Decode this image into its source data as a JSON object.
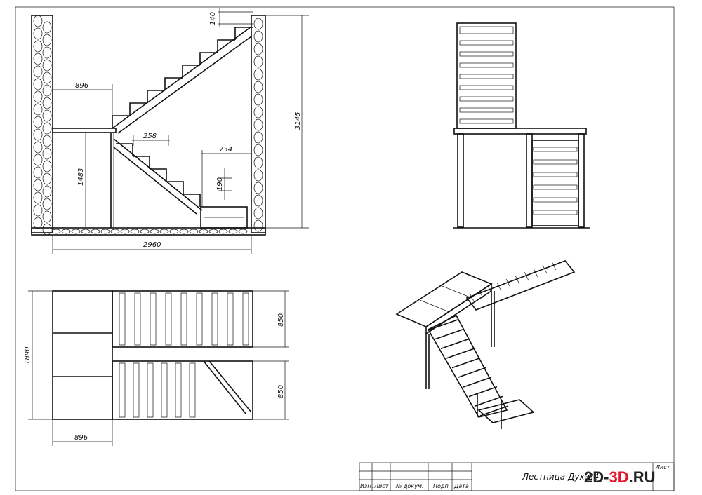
{
  "dimensions": {
    "top_gap": "140",
    "landing_width": "896",
    "total_height": "3145",
    "step_depth": "258",
    "lower_run": "734",
    "landing_height": "1483",
    "riser": "190",
    "total_length": "2960",
    "plan_width": "1890",
    "flight_width_upper": "850",
    "flight_width_lower": "850",
    "plan_landing_width": "896"
  },
  "title_block": {
    "col_change": "Изм.",
    "col_sheet": "Лист",
    "col_doc": "№ докум.",
    "col_sign": "Подп.",
    "col_date": "Дата",
    "drawing_title": "Лестница Духат",
    "drawing_title_suffix": "24",
    "sheet_label": "Лист"
  },
  "watermark": {
    "part1": "2D-",
    "part2": "3D",
    "part3": ".RU"
  },
  "colors": {
    "line": "#111111",
    "brand_red": "#e0142b",
    "brand_dark": "#222222"
  }
}
